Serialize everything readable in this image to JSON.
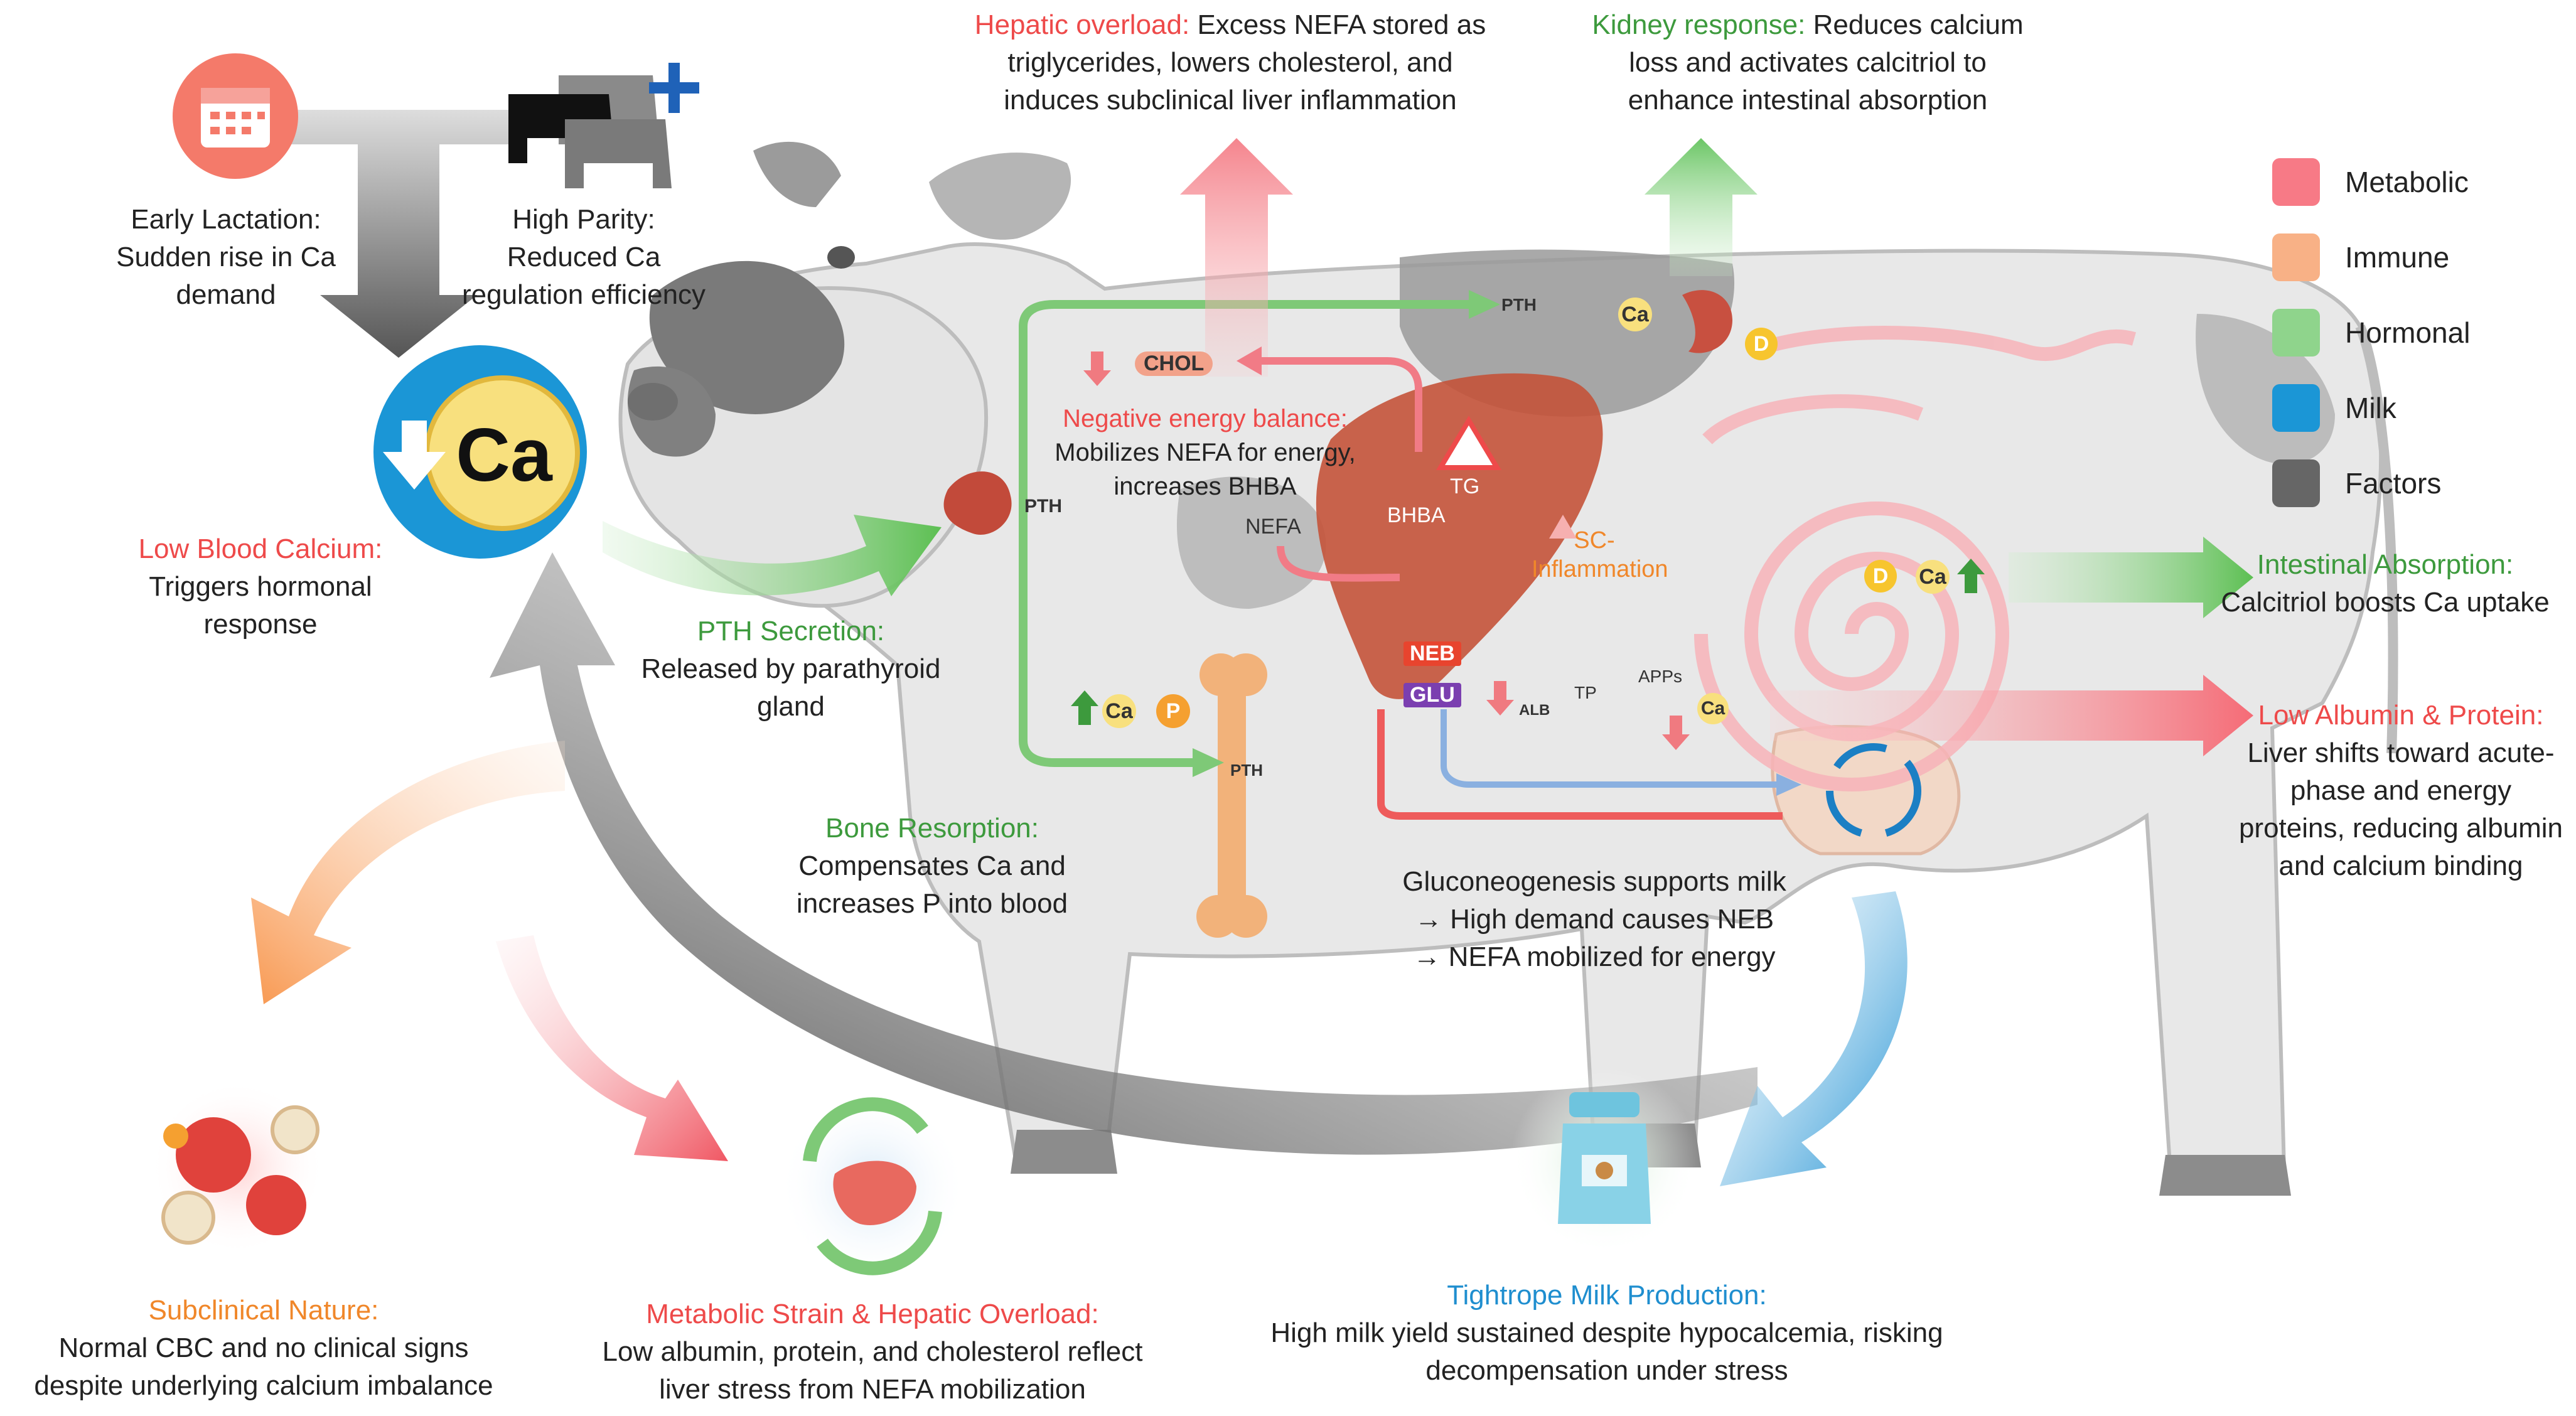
{
  "colors": {
    "metabolic": "#f77a86",
    "immune": "#f8b186",
    "hormonal": "#8fd48c",
    "milk": "#1b96d6",
    "factors": "#666666"
  },
  "legend": [
    {
      "label": "Metabolic",
      "color": "#f77a86"
    },
    {
      "label": "Immune",
      "color": "#f8b186"
    },
    {
      "label": "Hormonal",
      "color": "#8fd48c"
    },
    {
      "label": "Milk",
      "color": "#1b96d6"
    },
    {
      "label": "Factors",
      "color": "#666666"
    }
  ],
  "labels": {
    "early_lactation": {
      "title": "Early Lactation:",
      "body": "Sudden rise in Ca demand"
    },
    "high_parity": {
      "title": "High Parity:",
      "body": "Reduced Ca regulation efficiency"
    },
    "low_blood_calcium": {
      "title": "Low Blood Calcium:",
      "body": "Triggers hormonal response"
    },
    "pth_secretion": {
      "title": "PTH Secretion:",
      "body": "Released by parathyroid gland"
    },
    "bone_resorption": {
      "title": "Bone Resorption:",
      "body": "Compensates Ca and increases P into blood"
    },
    "hepatic_overload_top": {
      "title": "Hepatic overload:",
      "body": "Excess NEFA stored as triglycerides, lowers cholesterol, and induces subclinical liver inflammation"
    },
    "kidney_response": {
      "title": "Kidney response:",
      "body": "Reduces calcium loss and activates calcitriol to enhance intestinal absorption"
    },
    "negative_energy": {
      "title": "Negative energy balance:",
      "body": "Mobilizes NEFA for energy, increases BHBA"
    },
    "intestinal_absorption": {
      "title": "Intestinal Absorption:",
      "body": "Calcitriol boosts Ca uptake"
    },
    "low_albumin": {
      "title": "Low Albumin & Protein:",
      "body": "Liver shifts toward acute-phase and energy proteins, reducing albumin and calcium binding"
    },
    "gluconeogenesis": {
      "line1": "Gluconeogenesis supports milk",
      "line2": "→ High demand causes NEB",
      "line3": "→ NEFA mobilized for energy"
    },
    "subclinical": {
      "title": "Subclinical Nature:",
      "body": "Normal CBC and no clinical signs despite underlying calcium imbalance"
    },
    "metabolic_strain": {
      "title": "Metabolic Strain & Hepatic Overload:",
      "body": "Low albumin, protein, and cholesterol reflect liver stress from NEFA mobilization"
    },
    "tightrope": {
      "title": "Tightrope Milk Production:",
      "body": "High milk yield sustained despite hypocalcemia, risking decompensation under stress"
    }
  },
  "tags": {
    "ca": "Ca",
    "pth": "PTH",
    "chol": "CHOL",
    "tg": "TG",
    "bhba": "BHBA",
    "nefa": "NEFA",
    "neb": "NEB",
    "glu": "GLU",
    "alb": "ALB",
    "tp": "TP",
    "apps": "APPs",
    "p": "P",
    "d": "D",
    "sc_inflammation": "SC-Inflammation"
  }
}
